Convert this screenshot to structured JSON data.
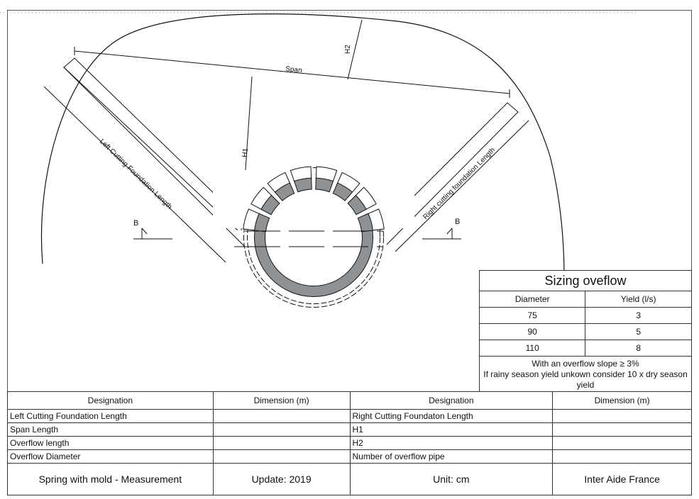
{
  "drawing": {
    "labels": {
      "span": "Span",
      "h1": "H1",
      "h2": "H2",
      "left_length": "Left Cutting Foundation Length",
      "right_length": "Right cutting foundation Length",
      "section_left": "B",
      "section_right": "B"
    }
  },
  "sizing": {
    "title": "Sizing oveflow",
    "headers": [
      "Diameter",
      "Yield (l/s)"
    ],
    "rows": [
      [
        "75",
        "3"
      ],
      [
        "90",
        "5"
      ],
      [
        "110",
        "8"
      ]
    ],
    "note_line1": "With an overflow slope ≥ 3%",
    "note_line2": "If rainy season yield unkown consider 10 x dry season yield"
  },
  "dimensions": {
    "headers": [
      "Designation",
      "Dimension (m)",
      "Designation",
      "Dimension (m)"
    ],
    "rows": [
      [
        "Left Cutting Foundation Length",
        "",
        "Right Cutting Foundaton Length",
        ""
      ],
      [
        "Span Length",
        "",
        "H1",
        ""
      ],
      [
        "Overflow length",
        "",
        "H2",
        ""
      ],
      [
        "Overflow Diameter",
        "",
        "Number of overflow pipe",
        ""
      ]
    ],
    "footer": [
      "Spring with mold - Measurement",
      "Update: 2019",
      "Unit: cm",
      "Inter Aide France"
    ]
  }
}
